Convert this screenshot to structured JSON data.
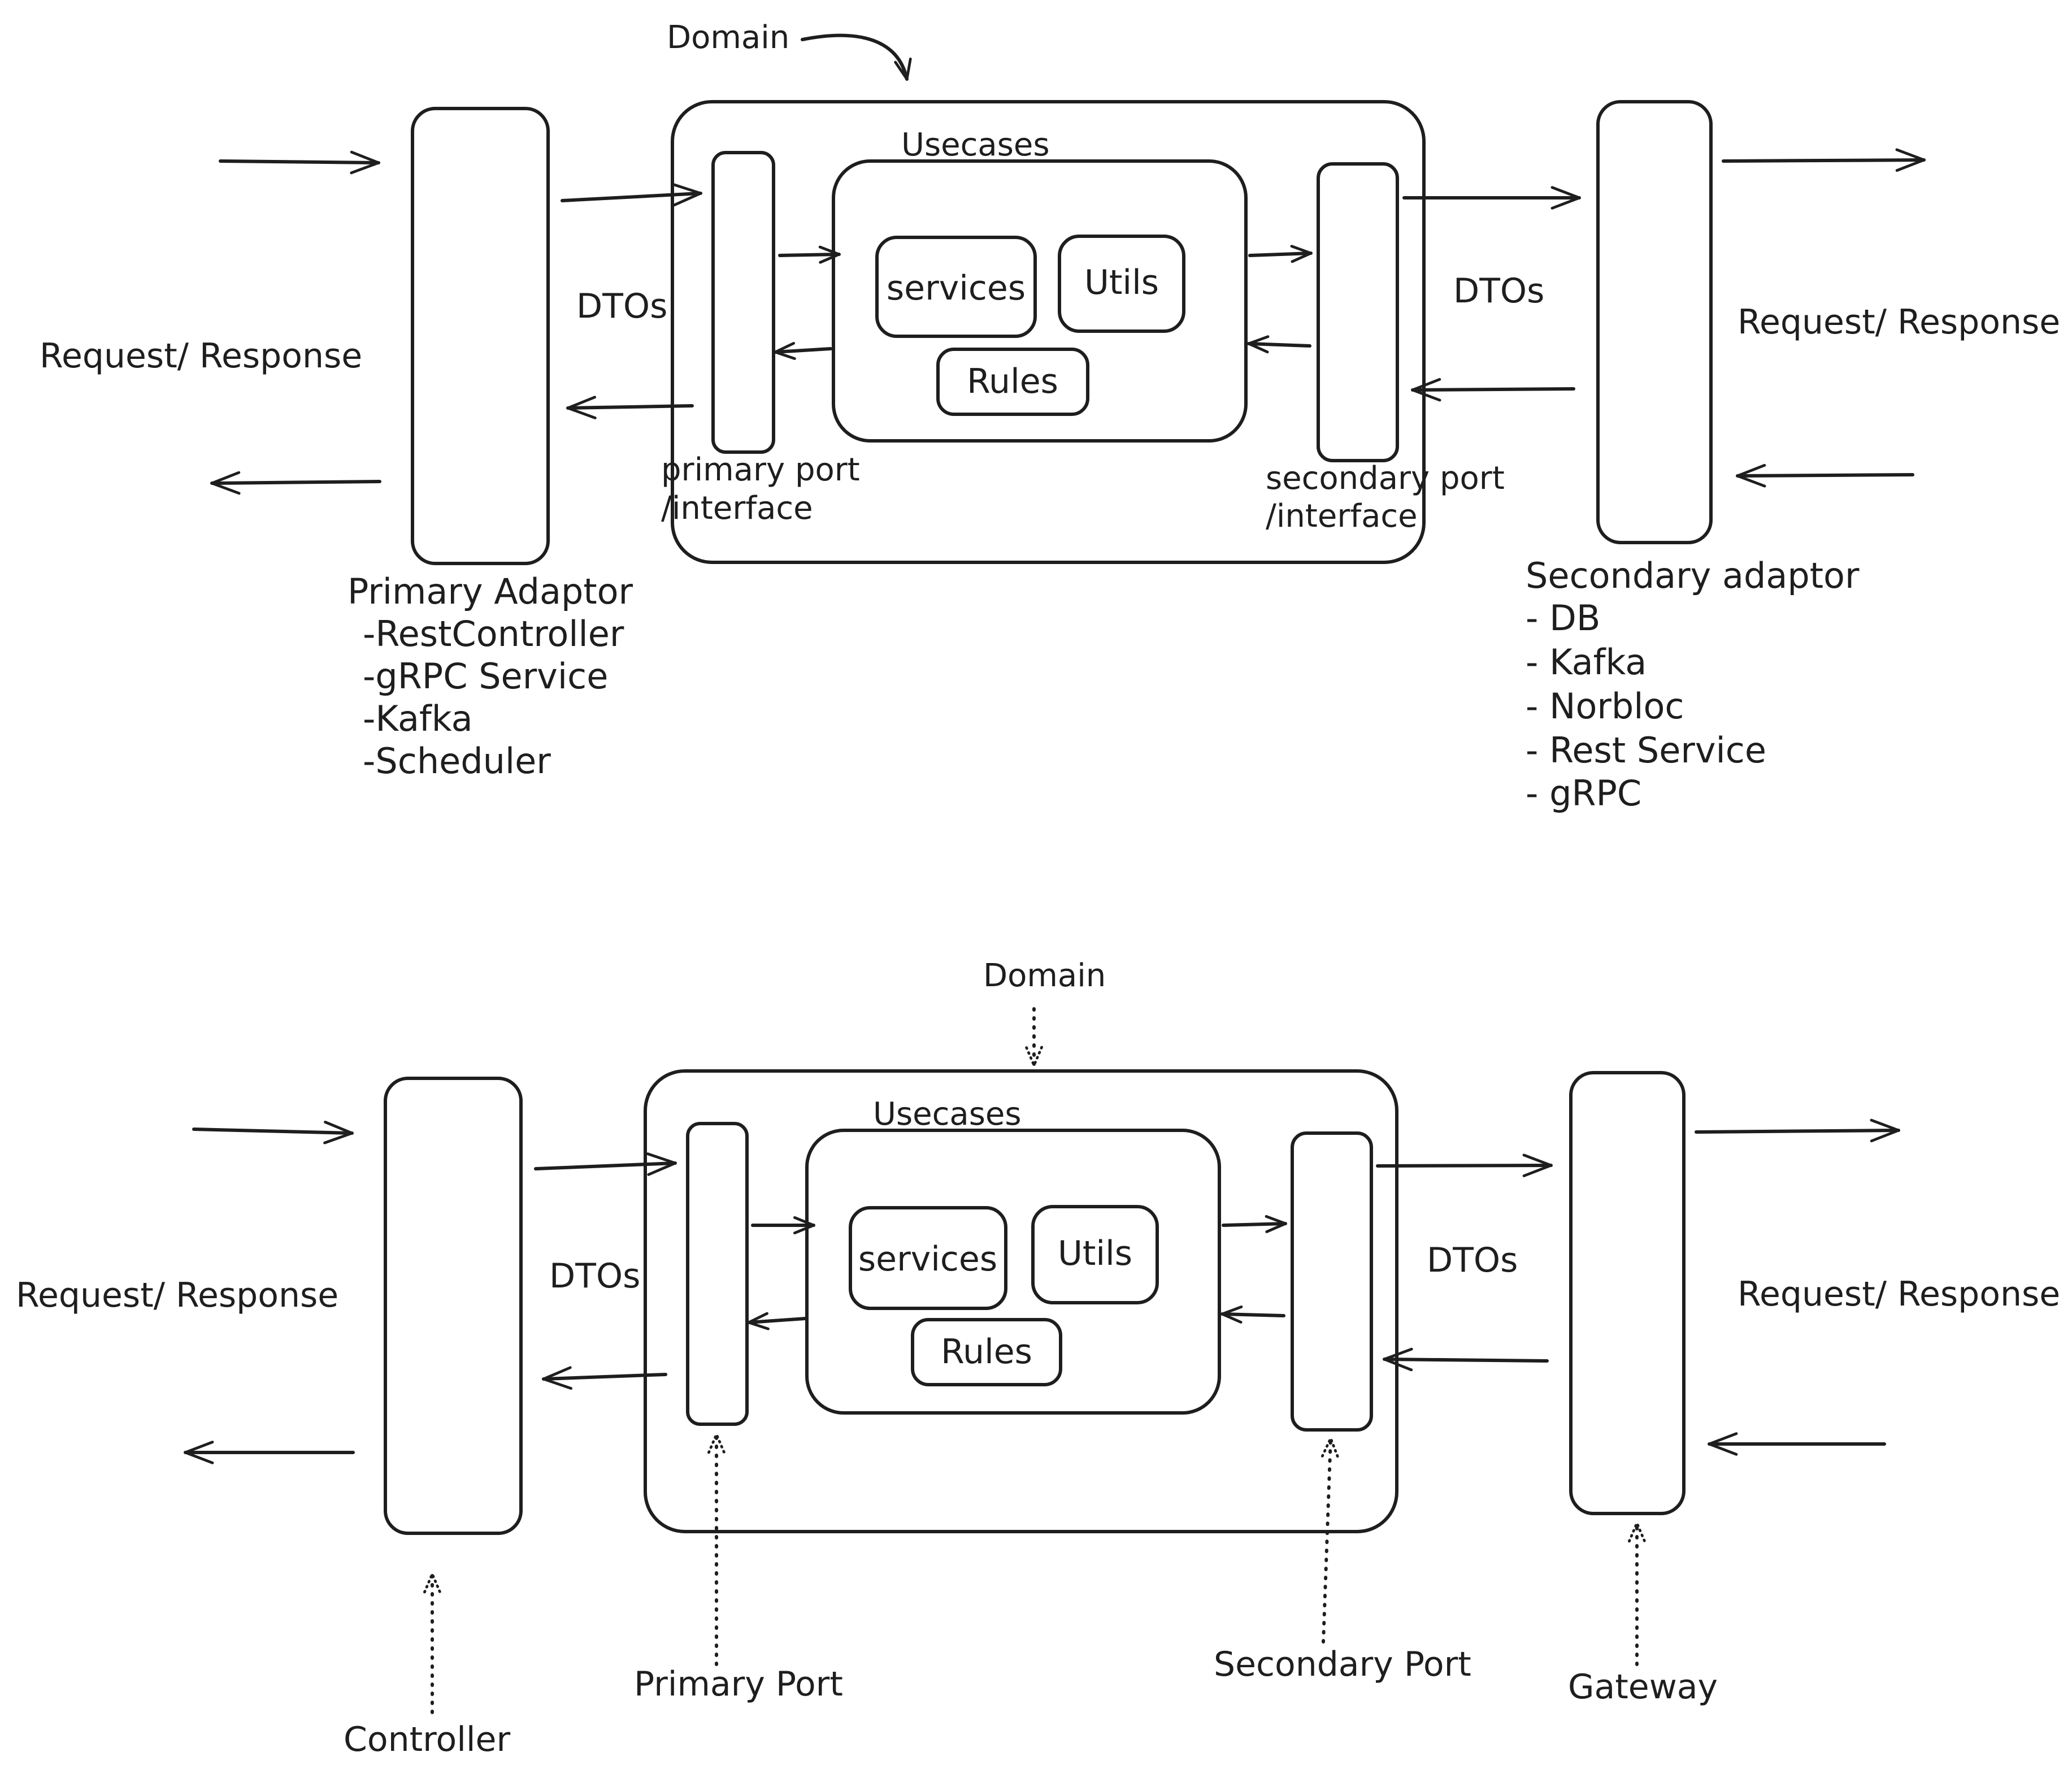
{
  "top": {
    "domain_label": "Domain",
    "usecases_label": "Usecases",
    "services_label": "services",
    "utils_label": "Utils",
    "rules_label": "Rules",
    "dtos_left": "DTOs",
    "dtos_right": "DTOs",
    "request_response_left": "Request/ Response",
    "request_response_right": "Request/ Response",
    "primary_port_line1": "primary port",
    "primary_port_line2": "/interface",
    "secondary_port_line1": "secondary port",
    "secondary_port_line2": "/interface",
    "primary_adaptor": {
      "title": "Primary Adaptor",
      "items": [
        "-RestController",
        "-gRPC Service",
        "-Kafka",
        "-Scheduler"
      ]
    },
    "secondary_adaptor": {
      "title": "Secondary adaptor",
      "items": [
        "- DB",
        "- Kafka",
        "- Norbloc",
        "- Rest Service",
        "- gRPC"
      ]
    }
  },
  "bottom": {
    "domain_label": "Domain",
    "usecases_label": "Usecases",
    "services_label": "services",
    "utils_label": "Utils",
    "rules_label": "Rules",
    "dtos_left": "DTOs",
    "dtos_right": "DTOs",
    "request_response_left": "Request/ Response",
    "request_response_right": "Request/ Response",
    "controller_label": "Controller",
    "primary_port_label": "Primary Port",
    "secondary_port_label": "Secondary Port",
    "gateway_label": "Gateway"
  }
}
